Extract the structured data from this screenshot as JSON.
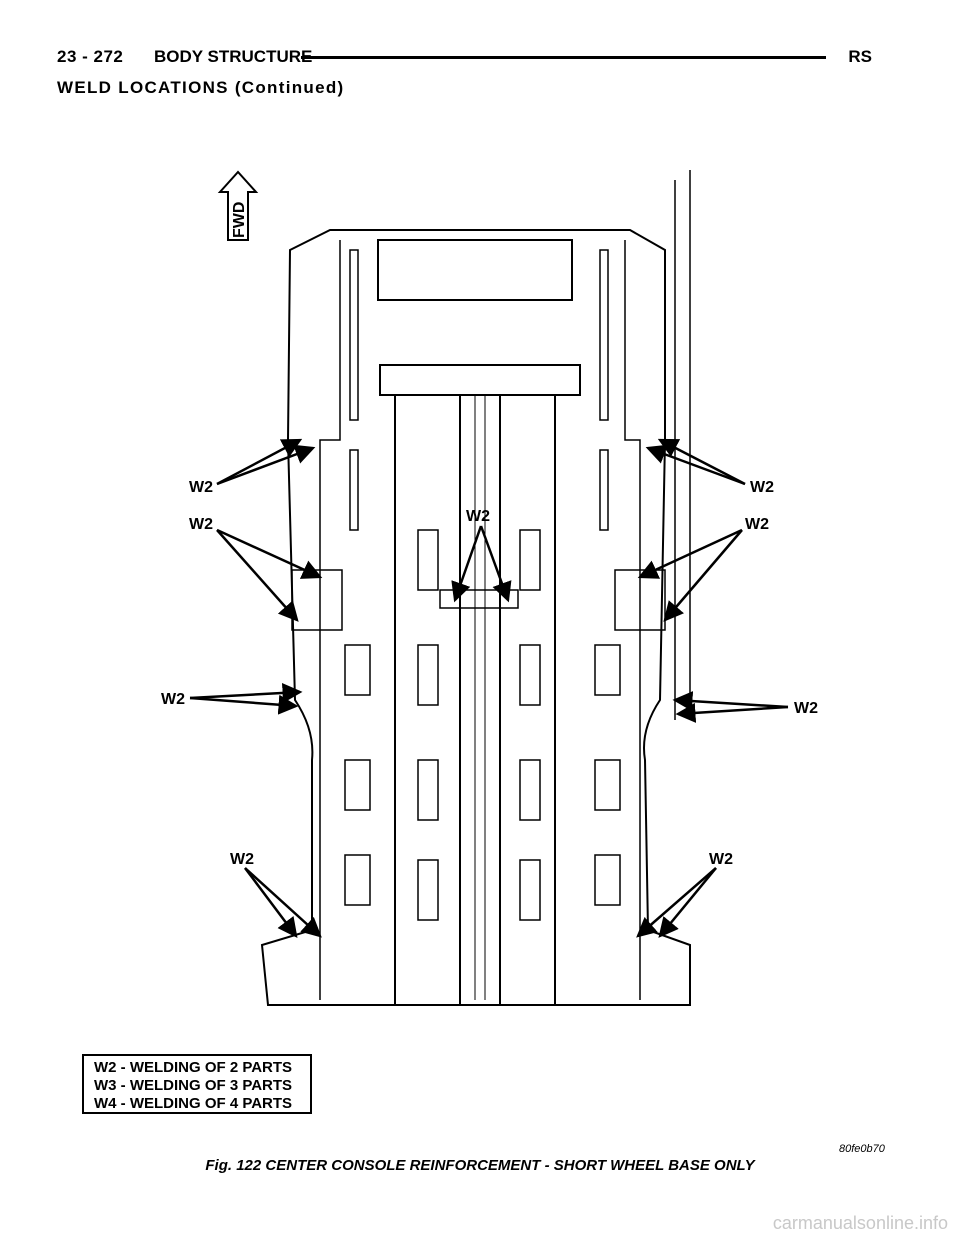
{
  "header": {
    "page_number": "23 - 272",
    "section": "BODY STRUCTURE",
    "tag": "RS"
  },
  "subheading": "WELD LOCATIONS (Continued)",
  "figure": {
    "fwd_label": "FWD",
    "weld_label": "W2",
    "drawing_code": "80fe0b70"
  },
  "legend": [
    "W2 - WELDING OF 2 PARTS",
    "W3 - WELDING OF 3 PARTS",
    "W4 - WELDING OF 4 PARTS"
  ],
  "caption": "Fig. 122 CENTER CONSOLE REINFORCEMENT - SHORT WHEEL BASE ONLY",
  "watermark": "carmanualsonline.info"
}
